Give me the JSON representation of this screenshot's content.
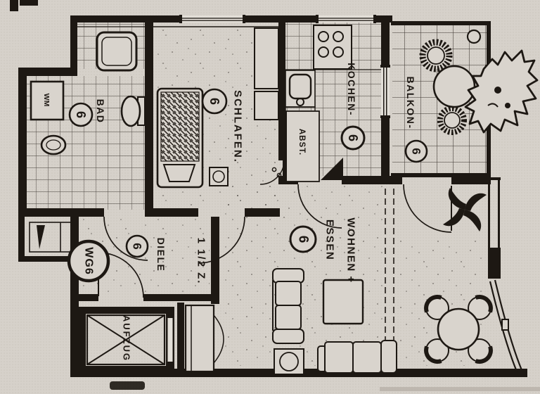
{
  "unit": {
    "label": "WG6",
    "size_label": "1 1/2 Z."
  },
  "rooms": {
    "bad": {
      "label": "BAD",
      "number": "6"
    },
    "schlafen": {
      "label": "SCHLAFEN.",
      "number": "6"
    },
    "kochen": {
      "label": "KOCHEN-",
      "number": "6"
    },
    "abstellraum": {
      "label": "ABST."
    },
    "balkon": {
      "label": "BALKON-",
      "number": "6"
    },
    "diele": {
      "label": "DIELE",
      "number": "6"
    },
    "wohnen_essen": {
      "label_line1": "WOHNEN +",
      "label_line2": "ESSEN",
      "number": "6"
    },
    "aufzug": {
      "label": "AUFZUG"
    }
  },
  "fixtures": {
    "washing_machine_label": "WM"
  },
  "colors": {
    "paper": "#d6d1ca",
    "ink": "#1d1813"
  }
}
